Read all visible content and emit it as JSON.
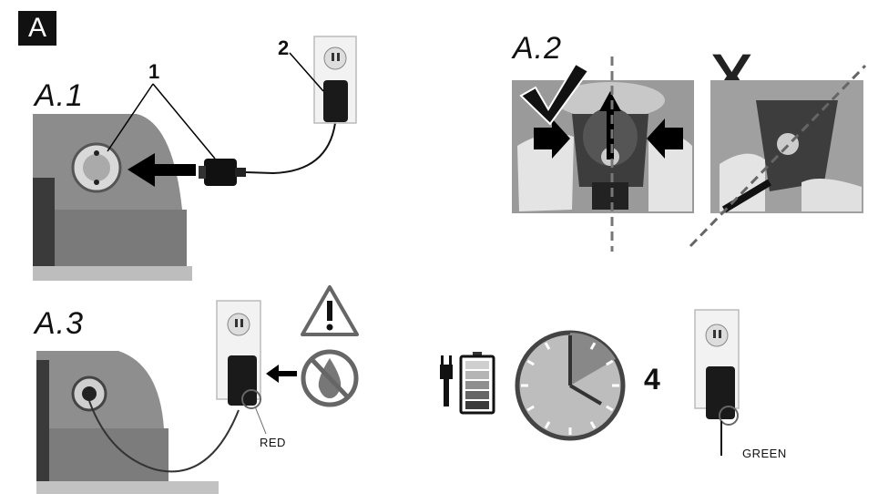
{
  "section_label": "A",
  "steps": {
    "a1": {
      "label": "A.1",
      "callout_1": "1",
      "callout_2": "2"
    },
    "a2": {
      "label": "A.2",
      "wrong_mark": "X"
    },
    "a3": {
      "label": "A.3",
      "led_color_label": "RED"
    },
    "a4": {
      "charge_time_hours": "4",
      "led_color_label": "GREEN"
    }
  },
  "colors": {
    "ink": "#111111",
    "panel": "#8a8a8a",
    "panel_dark": "#5a5a5a",
    "light": "#d6d6d6"
  },
  "clock": {
    "filled_fraction_hint": "wedge",
    "ticks": 12
  }
}
